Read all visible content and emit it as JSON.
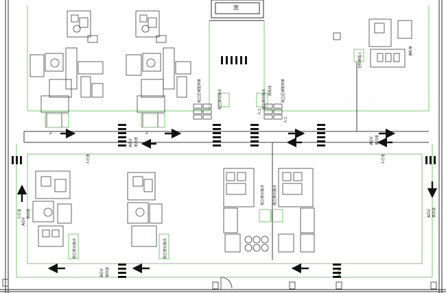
{
  "colors": {
    "wall": "#2a2a2a",
    "zone_line": "#7ac96f",
    "machine": "#3a3a3a",
    "operator_box": "#7ac96f",
    "arrow": "#111111",
    "background": "#ffffff"
  },
  "labels": {
    "top_gate": "货",
    "agv_main_lane": "AGV",
    "agv_main_lane_sub": "单向道",
    "agv_bottom_lane": "AGV",
    "agv_bottom_lane_sub": "单向道",
    "agv_right_lane": "AGV",
    "agv_right_lane_sub": "单向道",
    "agv_left_lane": "AGV",
    "agv_left_lane_sub": "单向道",
    "left_walkway": "人行道",
    "right_walkway": "人行道",
    "mid_walkway": "人行道",
    "manual_loading_1": "人工",
    "manual_loading_2": "人工",
    "buffer_zone_1": "组立区域暂存架",
    "buffer_zone_2": "组立区域暂存架",
    "loading_point_1": "组立架对接点",
    "loading_point_2": "组立架对接点",
    "loading_point_3": "组立架对接点",
    "loading_point_4": "组立架对接点",
    "loading_point_5": "组立架对接点",
    "loading_point_6": "组立架对接点",
    "right_top_label": "空料架投入",
    "right_top_label_2": "满料架",
    "weld_label": "焊机线",
    "marker_1": "2",
    "marker_2": "2"
  }
}
